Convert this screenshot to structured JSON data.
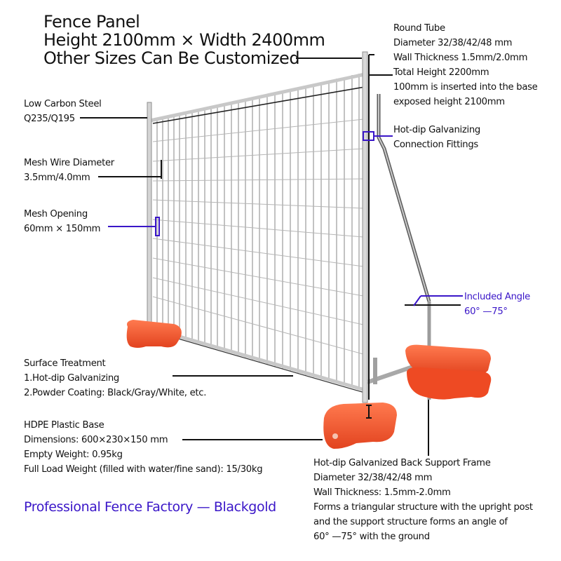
{
  "title": {
    "line1": "Fence Panel",
    "line2": "Height 2100mm × Width 2400mm",
    "line3": "Other Sizes Can Be Customized"
  },
  "labels": {
    "round_tube": {
      "line1": "Round Tube",
      "line2": "Diameter 32/38/42/48 mm",
      "line3": "Wall Thickness 1.5mm/2.0mm",
      "line4": "Total Height 2200mm",
      "line5": "100mm is inserted into the base",
      "line6": "exposed height 2100mm"
    },
    "connection": {
      "line1": "Hot-dip Galvanizing",
      "line2": "Connection Fittings"
    },
    "steel": {
      "line1": "Low Carbon Steel",
      "line2": "Q235/Q195"
    },
    "wire": {
      "line1": "Mesh Wire Diameter",
      "line2": "3.5mm/4.0mm"
    },
    "opening": {
      "line1": "Mesh Opening",
      "line2": "60mm × 150mm"
    },
    "angle": {
      "line1": "Included Angle",
      "line2": "60° —75°"
    },
    "surface": {
      "line1": "Surface Treatment",
      "line2": "1.Hot-dip Galvanizing",
      "line3": "2.Powder Coating: Black/Gray/White, etc."
    },
    "base": {
      "line1": "HDPE Plastic Base",
      "line2": "Dimensions: 600×230×150 mm",
      "line3": "Empty Weight: 0.95kg",
      "line4": "Full Load Weight (filled with water/fine sand): 15/30kg"
    },
    "support": {
      "line1": "Hot-dip Galvanized Back Support Frame",
      "line2": "Diameter 32/38/42/48 mm",
      "line3": "Wall Thickness: 1.5mm-2.0mm",
      "line4": "Forms a triangular structure with the upright post",
      "line5": "and the support structure forms an angle of",
      "line6": "60° —75°  with the ground"
    }
  },
  "footer": "Professional Fence Factory — Blackgold",
  "colors": {
    "accent_purple": "#3a16c8",
    "base_orange": "#f2542d",
    "frame_gray": "#b8b8b8",
    "text": "#111111"
  }
}
